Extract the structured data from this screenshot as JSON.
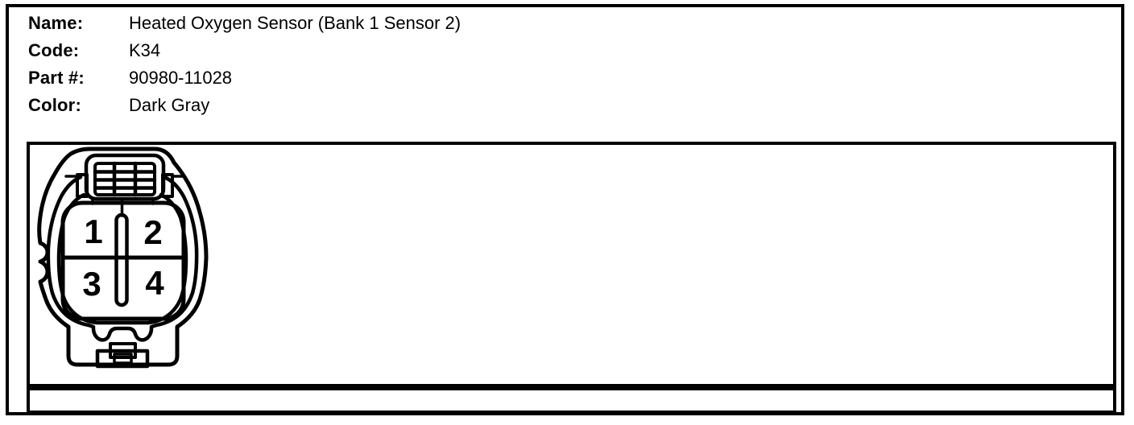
{
  "colors": {
    "ink": "#000000",
    "paper": "#ffffff"
  },
  "header": {
    "rows": [
      {
        "label": "Name:",
        "value": "Heated Oxygen Sensor (Bank 1 Sensor 2)"
      },
      {
        "label": "Code:",
        "value": "K34"
      },
      {
        "label": "Part #:",
        "value": "90980-11028"
      },
      {
        "label": "Color:",
        "value": "Dark Gray"
      }
    ]
  },
  "connector": {
    "description": "4-pin connector face view",
    "pins": [
      "1",
      "2",
      "3",
      "4"
    ]
  }
}
